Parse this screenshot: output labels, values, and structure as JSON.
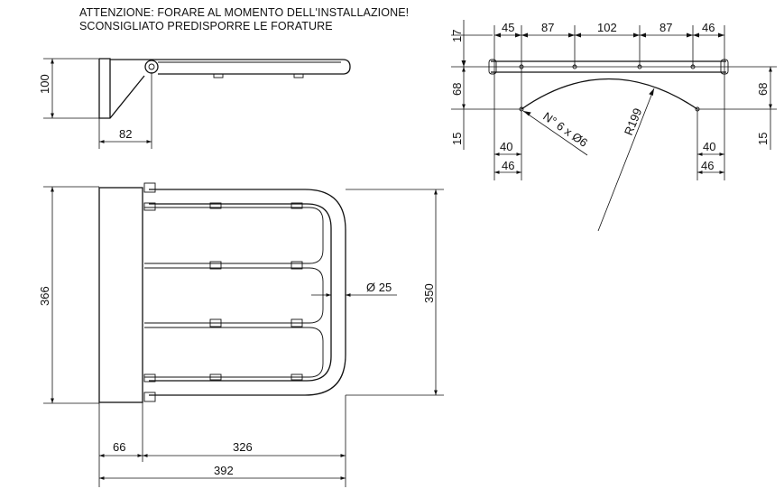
{
  "notes": {
    "line1": "ATTENZIONE: FORARE AL MOMENTO DELL'INSTALLAZIONE!",
    "line2": "SCONSIGLIATO PREDISPORRE LE FORATURE"
  },
  "side_view": {
    "height": "100",
    "depth": "82"
  },
  "top_view": {
    "overall_width": "366",
    "seat_width": "350",
    "tube_diameter": "Ø 25",
    "wall_offset": "66",
    "seat_depth": "326",
    "overall_depth": "392"
  },
  "hole_template": {
    "top_spacings": [
      "45",
      "87",
      "102",
      "87",
      "46"
    ],
    "top_offset": "17",
    "left_height": "68",
    "right_height": "68",
    "left_bottom": "15",
    "right_bottom": "15",
    "left_inner": "40",
    "left_outer": "46",
    "right_inner": "40",
    "right_outer": "46",
    "holes": "N° 6 x Ø6",
    "radius": "R199"
  }
}
